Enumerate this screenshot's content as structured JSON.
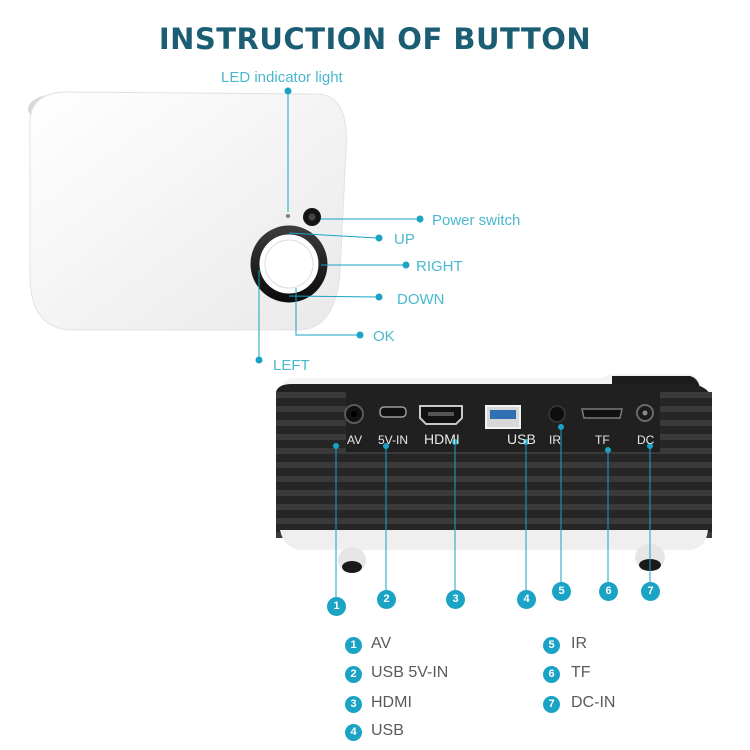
{
  "title": "INSTRUCTION OF BUTTON",
  "colors": {
    "title": "#1b5e74",
    "accent": "#1aa3c5",
    "label": "#4bb8cf",
    "legend_text": "#5a5a5a"
  },
  "buttons": {
    "led": "LED indicator light",
    "power": "Power switch",
    "up": "UP",
    "right": "RIGHT",
    "down": "DOWN",
    "ok": "OK",
    "left": "LEFT"
  },
  "ports": {
    "av": "AV",
    "v5in": "5V-IN",
    "hdmi": "HDMI",
    "usb": "USB",
    "ir": "IR",
    "tf": "TF",
    "dc": "DC"
  },
  "numbers": [
    "1",
    "2",
    "3",
    "4",
    "5",
    "6",
    "7"
  ],
  "legend": [
    {
      "num": "1",
      "label": "AV"
    },
    {
      "num": "2",
      "label": "USB 5V-IN"
    },
    {
      "num": "3",
      "label": "HDMI"
    },
    {
      "num": "4",
      "label": "USB"
    },
    {
      "num": "5",
      "label": "IR"
    },
    {
      "num": "6",
      "label": "TF"
    },
    {
      "num": "7",
      "label": "DC-IN"
    }
  ]
}
